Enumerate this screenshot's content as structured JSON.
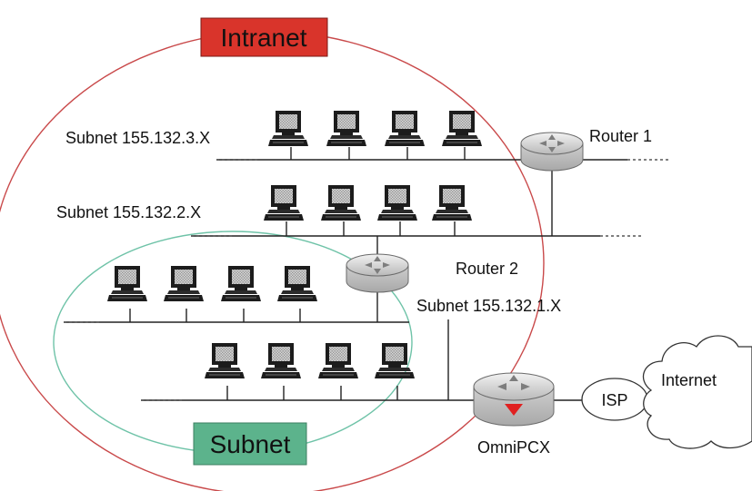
{
  "labels": {
    "intranet": "Intranet",
    "subnet_zone": "Subnet",
    "subnet3": "Subnet 155.132.3.X",
    "subnet2": "Subnet 155.132.2.X",
    "subnet1": "Subnet 155.132.1.X",
    "router1": "Router 1",
    "router2": "Router 2",
    "omnipcx": "OmniPCX",
    "isp": "ISP",
    "internet": "Internet"
  },
  "colors": {
    "intranet_badge": "#d9342b",
    "subnet_badge": "#5cb38c",
    "intranet_ring": "#c9494a",
    "subnet_ring": "#6fc3a8",
    "omnipcx_arrow": "#e02020"
  }
}
